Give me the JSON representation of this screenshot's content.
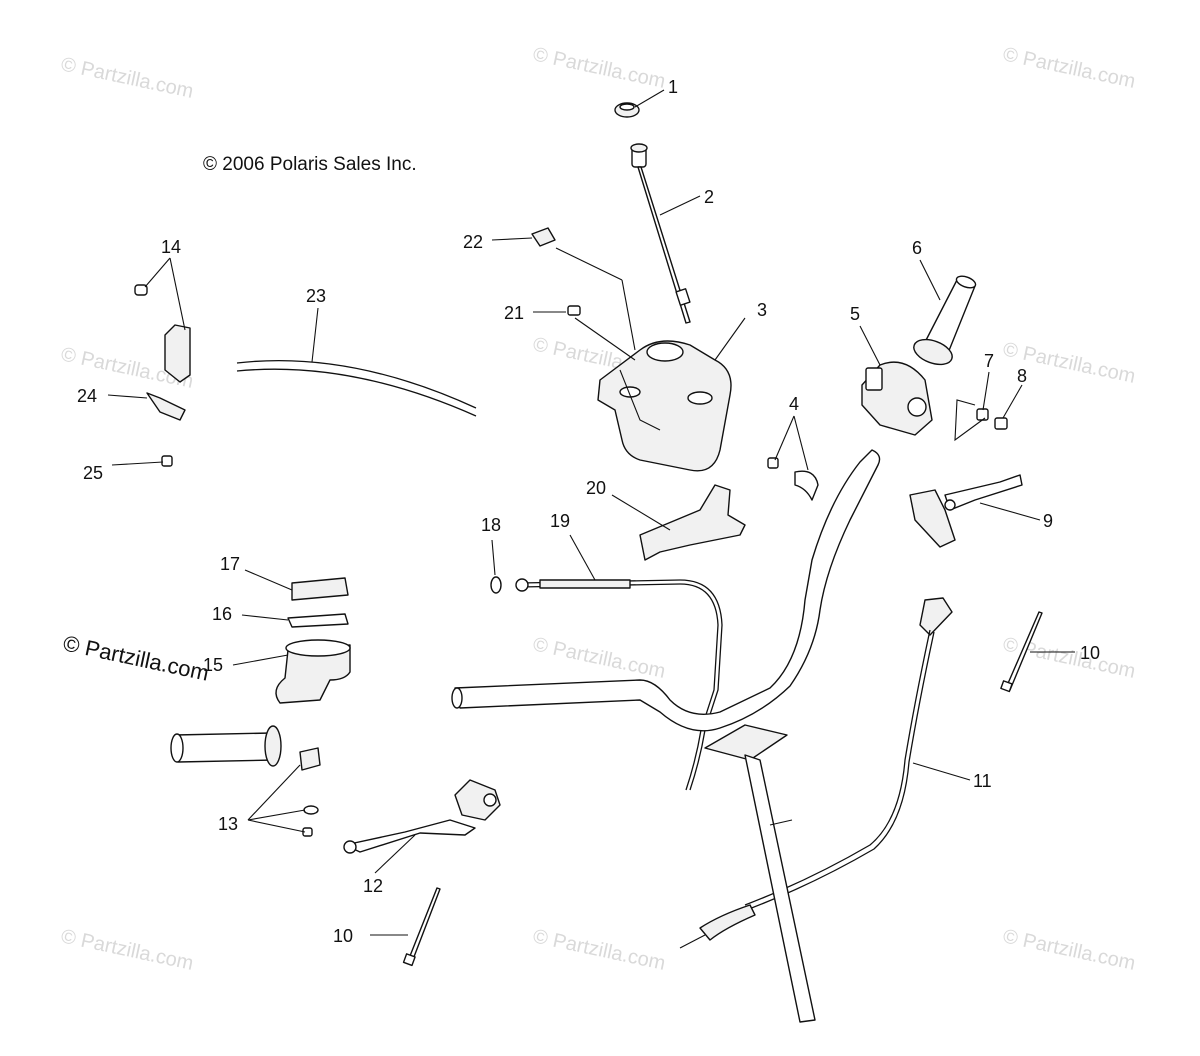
{
  "copyright": "© 2006 Polaris Sales Inc.",
  "watermark": {
    "faint_text": "© Partzilla.com",
    "strong_text": "© Partzilla.com"
  },
  "callouts": [
    "1",
    "2",
    "3",
    "4",
    "5",
    "6",
    "7",
    "8",
    "9",
    "10",
    "10",
    "11",
    "12",
    "13",
    "14",
    "15",
    "16",
    "17",
    "18",
    "19",
    "20",
    "21",
    "22",
    "23",
    "24",
    "25"
  ],
  "colors": {
    "ink": "#111111",
    "watermark": "#d9d9d9",
    "background": "#ffffff"
  }
}
